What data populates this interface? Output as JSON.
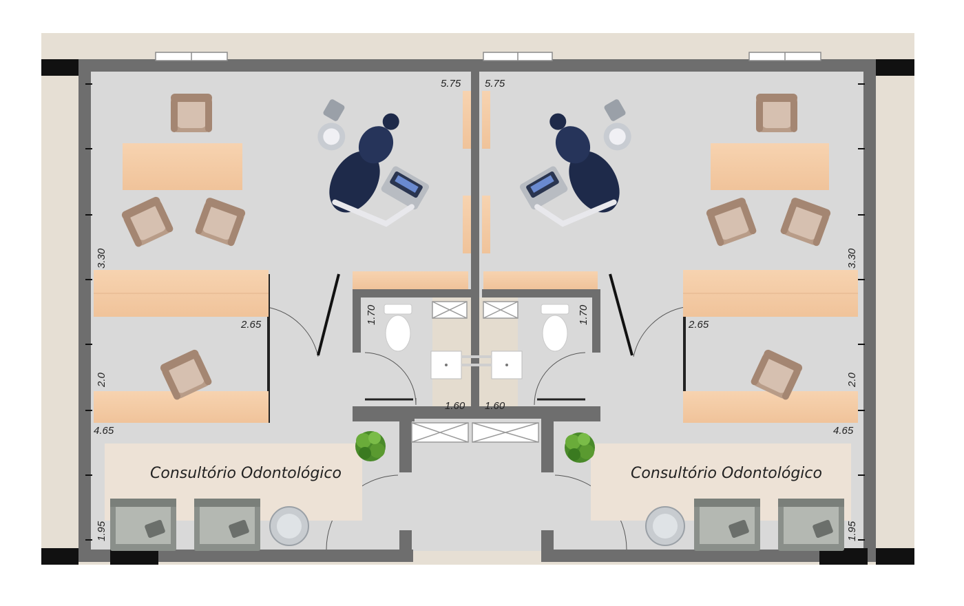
{
  "rooms": [
    {
      "label": "Consultório Odontológico"
    },
    {
      "label": "Consultório Odontológico"
    }
  ],
  "dimensions": {
    "left_wall_top": "5.75",
    "right_wall_top": "5.75",
    "left_side_upper": "3.30",
    "right_side_upper": "3.30",
    "left_desk_width": "2.65",
    "right_desk_width": "2.65",
    "left_side_mid": "2.0",
    "right_side_mid": "2.0",
    "left_side_lower": "4.65",
    "right_side_lower": "4.65",
    "left_side_bottom": "1.95",
    "right_side_bottom": "1.95",
    "left_wc_height": "1.70",
    "right_wc_height": "1.70",
    "left_wc_width": "1.60",
    "right_wc_width": "1.60"
  },
  "colors": {
    "floor": "#d9d9d9",
    "wall": "#6e6e6e",
    "wood": "#f4cba4",
    "exterior": "#e6dfd4",
    "reception": "#ede2d6",
    "chair_dark": "#1e2a4a",
    "armchair": "#c4aa98"
  },
  "icons": [
    "dental-chair-icon",
    "armchair-icon",
    "toilet-icon",
    "sink-icon",
    "plant-icon",
    "sofa-icon",
    "round-table-icon"
  ]
}
